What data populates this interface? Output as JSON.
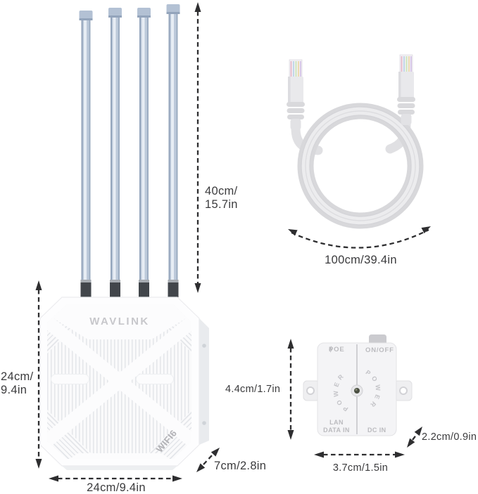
{
  "product": {
    "brand": "WAVLINK",
    "badge": "WIFI6"
  },
  "dimensions": {
    "antenna_height_line1": "40cm/",
    "antenna_height_line2": "15.7in",
    "router_height_line1": "24cm/",
    "router_height_line2": "9.4in",
    "router_width": "24cm/9.4in",
    "router_depth": "7cm/2.8in",
    "cable_length": "100cm/39.4in",
    "adapter_height": "4.4cm/1.7in",
    "adapter_width": "3.7cm/1.5in",
    "adapter_depth": "2.2cm/0.9in"
  },
  "adapter": {
    "poe_label": "POE",
    "onoff_label": "ON/OFF",
    "power_label": "POWER",
    "lan_line1": "LAN",
    "lan_line2": "DATA IN",
    "dc_label": "DC IN"
  },
  "colors": {
    "antenna_blue": "#bcc9da",
    "arrow_dark": "#2e2e30",
    "device_white": "#fdfdfe",
    "cable_gray": "#e0e0e3",
    "adapter_text_gray": "#bbbbbf"
  }
}
